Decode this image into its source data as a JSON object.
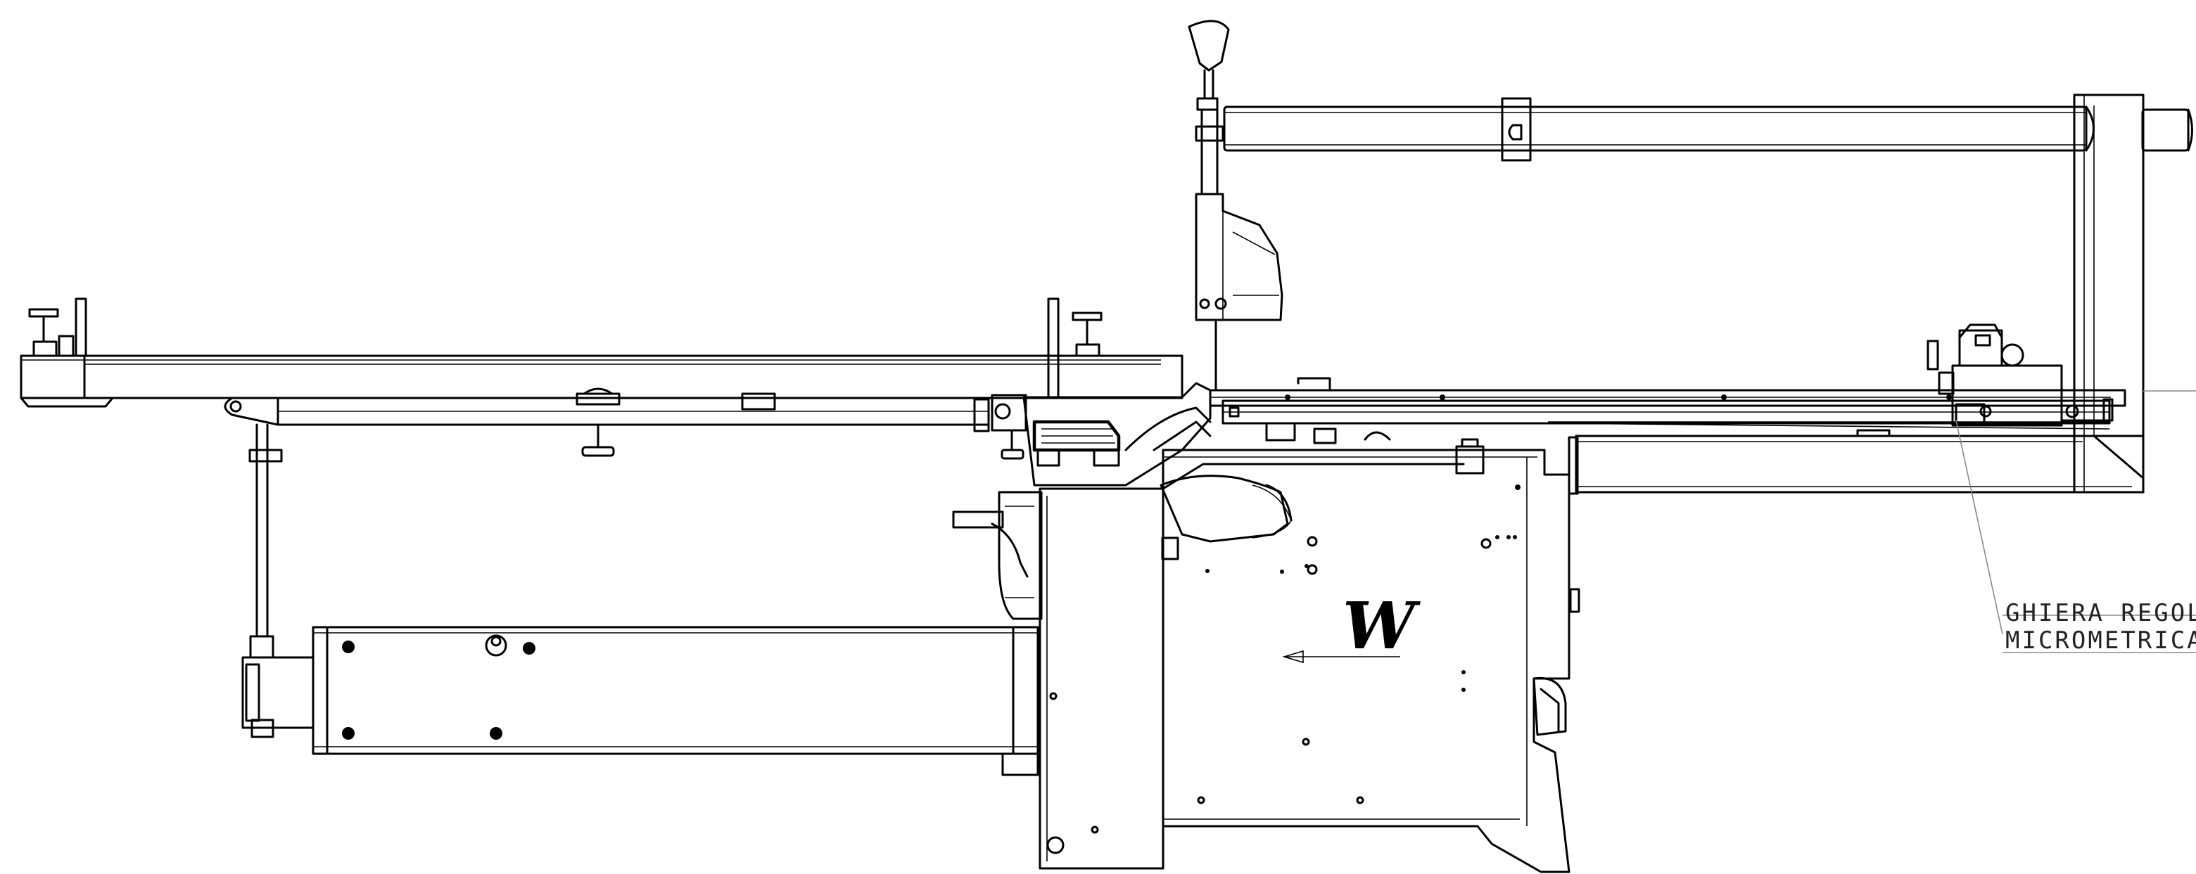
{
  "drawing": {
    "direction_letter": "W",
    "annotation": {
      "line1": "GHIERA REGOLAZ",
      "line2": "MICROMETRICA C"
    }
  },
  "colors": {
    "line": "#000000",
    "background": "#ffffff",
    "leader": "#888888"
  },
  "icons": [
    "arrow-left-icon"
  ]
}
